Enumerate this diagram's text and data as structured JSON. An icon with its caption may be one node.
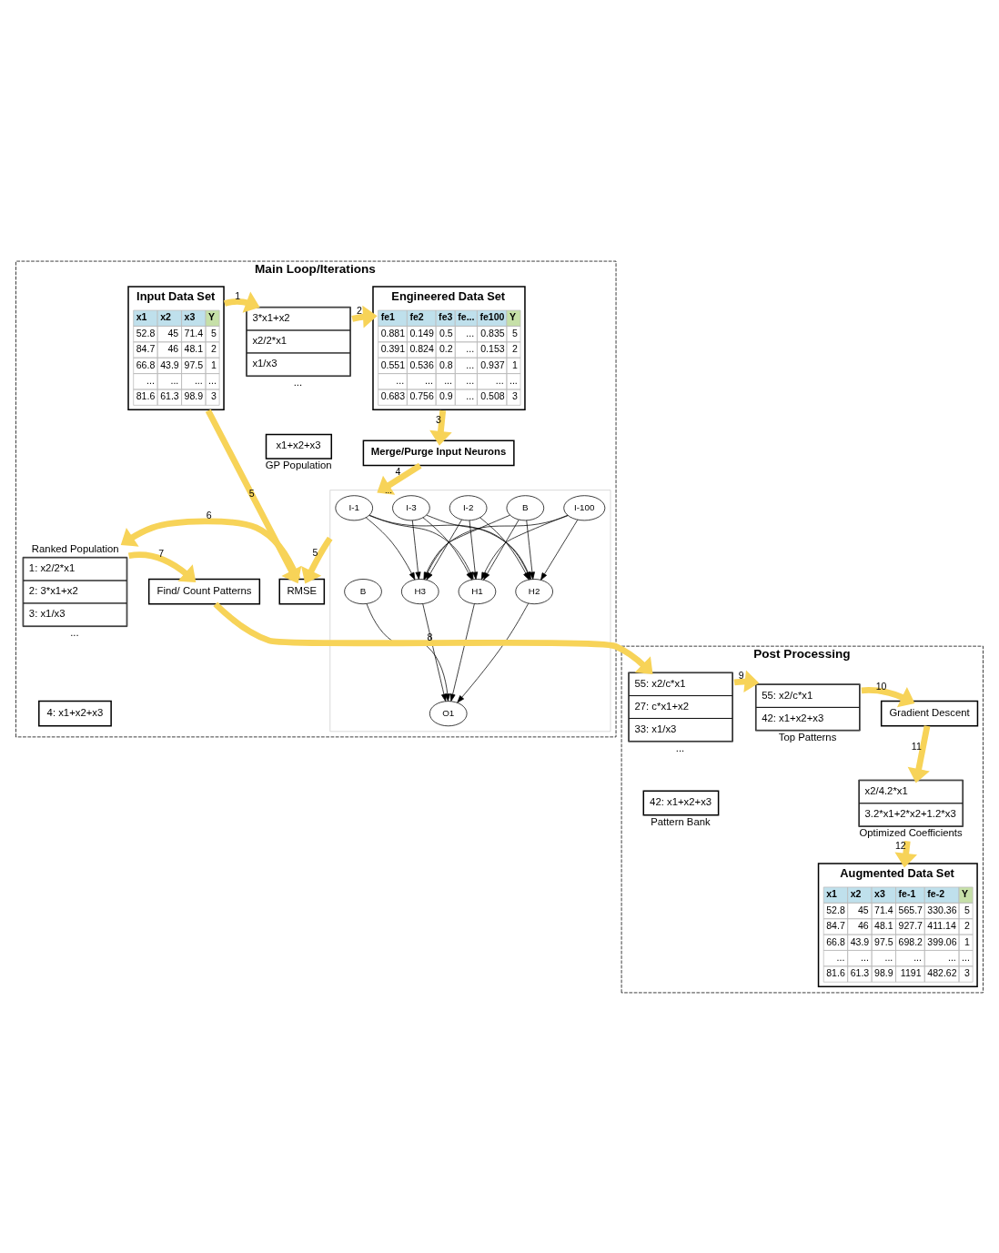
{
  "diagram": {
    "nodes": [
      {
        "text": [
          "Main Loop/Iterations"
        ]
      },
      {
        "text": [
          "Input Data Set",
          "x1 x2 x3 Y",
          "52.8 45 71.4 5",
          "84.7 46 48.1 2",
          "66.8 43.9 97.5 1",
          "... ... ... ...",
          "81.6 61.3 98.9 3"
        ],
        "in": 0
      },
      {
        "text": [
          "3*x1+x2",
          "x2/2*x1",
          "x1/x3"
        ],
        "in": 0,
        "beside": [
          "..."
        ]
      },
      {
        "text": [
          "x1+x2+x3"
        ],
        "in": 0,
        "beside": [
          "GP Population"
        ]
      },
      {
        "text": [
          "Engineered Data Set",
          "fe1 fe2 fe3 fe... fe100 Y",
          "0.881 0.149 0.5 ... 0.835 5",
          "0.391 0.824 0.2 ... 0.153 2",
          "0.551 0.536 0.8 ... 0.937 1",
          "... ... ... ... ... ...",
          "0.683 0.756 0.9 ... 0.508 3"
        ],
        "in": 0
      },
      {
        "text": [
          "Merge/Purge Input Neurons"
        ],
        "in": 0
      },
      {
        "text": [],
        "shape": "box",
        "in": 0
      },
      {
        "text": [
          "I-1"
        ],
        "in": 6
      },
      {
        "text": [
          "I-2"
        ],
        "in": 6
      },
      {
        "text": [
          "I-3"
        ],
        "in": 6,
        "beside": [
          "..."
        ]
      },
      {
        "text": [
          "I-100"
        ],
        "in": 6
      },
      {
        "text": [
          "B"
        ],
        "in": 6
      },
      {
        "text": [
          "H1"
        ],
        "in": 6
      },
      {
        "text": [
          "H2"
        ],
        "in": 6
      },
      {
        "text": [
          "H3"
        ],
        "in": 6
      },
      {
        "text": [
          "B"
        ],
        "in": 6
      },
      {
        "text": [
          "O1"
        ],
        "in": 6
      },
      {
        "text": [
          "1: x2/2*x1",
          "2: 3*x1+x2",
          "3: x1/x3"
        ],
        "in": 0,
        "beside": [
          "Ranked Population",
          "..."
        ]
      },
      {
        "text": [
          "4: x1+x2+x3"
        ],
        "in": 0
      },
      {
        "text": [
          "RMSE"
        ],
        "in": 0
      },
      {
        "text": [
          "Find/ Count Patterns"
        ],
        "in": 0
      },
      {
        "text": [
          "Post Processing"
        ]
      },
      {
        "text": [
          "55: x2/c*x1",
          "27: c*x1+x2",
          "33: x1/x3"
        ],
        "in": 21,
        "beside": [
          "..."
        ]
      },
      {
        "text": [
          "42: x1+x2+x3"
        ],
        "in": 21,
        "beside": [
          "Pattern Bank"
        ]
      },
      {
        "text": [
          "55: x2/c*x1",
          "42: x1+x2+x3"
        ],
        "in": 21,
        "beside": [
          "Top Patterns"
        ]
      },
      {
        "text": [
          "Gradient Descent"
        ],
        "in": 21
      },
      {
        "text": [
          "x2/4.2*x1",
          "3.2*x1+2*x2+1.2*x3"
        ],
        "in": 21,
        "beside": [
          "Optimized Coefficients"
        ]
      },
      {
        "text": [
          "Augmented Data Set",
          "x1 x2 x3 fe-1 fe-2 Y",
          "52.8 45 71.4 565.7 330.36 5",
          "84.7 46 48.1 927.7 411.14 2",
          "66.8 43.9 97.5 698.2 399.06 1",
          "... ... ... ... ... ...",
          "81.6 61.3 98.9 1191 482.62 3"
        ],
        "in": 21
      }
    ],
    "edges": [
      {
        "from": 1,
        "to": 2,
        "arrow": "to",
        "label": "1",
        "style": "thick",
        "color": "#f7d358"
      },
      {
        "from": 2,
        "to": 4,
        "arrow": "to",
        "label": "2",
        "style": "thick",
        "color": "#f7d358"
      },
      {
        "from": 4,
        "to": 5,
        "arrow": "to",
        "label": "3",
        "style": "thick",
        "color": "#f7d358"
      },
      {
        "from": 5,
        "to": 6,
        "arrow": "to",
        "label": "4",
        "style": "thick",
        "color": "#f7d358"
      },
      {
        "from": 1,
        "to": 19,
        "arrow": "to",
        "label": "5",
        "style": "thick",
        "color": "#f7d358"
      },
      {
        "from": 6,
        "to": 19,
        "arrow": "to",
        "label": "5",
        "style": "thick",
        "color": "#f7d358"
      },
      {
        "from": 19,
        "to": 17,
        "arrow": "to",
        "label": "6",
        "style": "thick",
        "color": "#f7d358"
      },
      {
        "from": 17,
        "to": 20,
        "arrow": "to",
        "label": "7",
        "style": "thick",
        "color": "#f7d358"
      },
      {
        "from": 20,
        "to": 22,
        "arrow": "to",
        "label": "8",
        "style": "thick",
        "color": "#f7d358"
      },
      {
        "from": 22,
        "to": 24,
        "arrow": "to",
        "label": "9",
        "style": "thick",
        "color": "#f7d358"
      },
      {
        "from": 24,
        "to": 25,
        "arrow": "to",
        "label": "10",
        "style": "thick",
        "color": "#f7d358"
      },
      {
        "from": 25,
        "to": 26,
        "arrow": "to",
        "label": "11",
        "style": "thick",
        "color": "#f7d358"
      },
      {
        "from": 26,
        "to": 27,
        "arrow": "to",
        "label": "12",
        "style": "thick",
        "color": "#f7d358"
      },
      {
        "from": 7,
        "to": 12,
        "arrow": "to"
      },
      {
        "from": 7,
        "to": 13,
        "arrow": "to"
      },
      {
        "from": 7,
        "to": 14,
        "arrow": "to"
      },
      {
        "from": 8,
        "to": 12,
        "arrow": "to"
      },
      {
        "from": 8,
        "to": 13,
        "arrow": "to"
      },
      {
        "from": 8,
        "to": 14,
        "arrow": "to"
      },
      {
        "from": 9,
        "to": 12,
        "arrow": "to"
      },
      {
        "from": 9,
        "to": 13,
        "arrow": "to"
      },
      {
        "from": 9,
        "to": 14,
        "arrow": "to"
      },
      {
        "from": 10,
        "to": 12,
        "arrow": "to"
      },
      {
        "from": 10,
        "to": 13,
        "arrow": "to"
      },
      {
        "from": 10,
        "to": 14,
        "arrow": "to"
      },
      {
        "from": 11,
        "to": 12,
        "arrow": "to"
      },
      {
        "from": 11,
        "to": 13,
        "arrow": "to"
      },
      {
        "from": 11,
        "to": 14,
        "arrow": "to"
      },
      {
        "from": 12,
        "to": 16,
        "arrow": "to"
      },
      {
        "from": 13,
        "to": 16,
        "arrow": "to"
      },
      {
        "from": 14,
        "to": 16,
        "arrow": "to"
      },
      {
        "from": 15,
        "to": 16,
        "arrow": "to"
      }
    ]
  }
}
